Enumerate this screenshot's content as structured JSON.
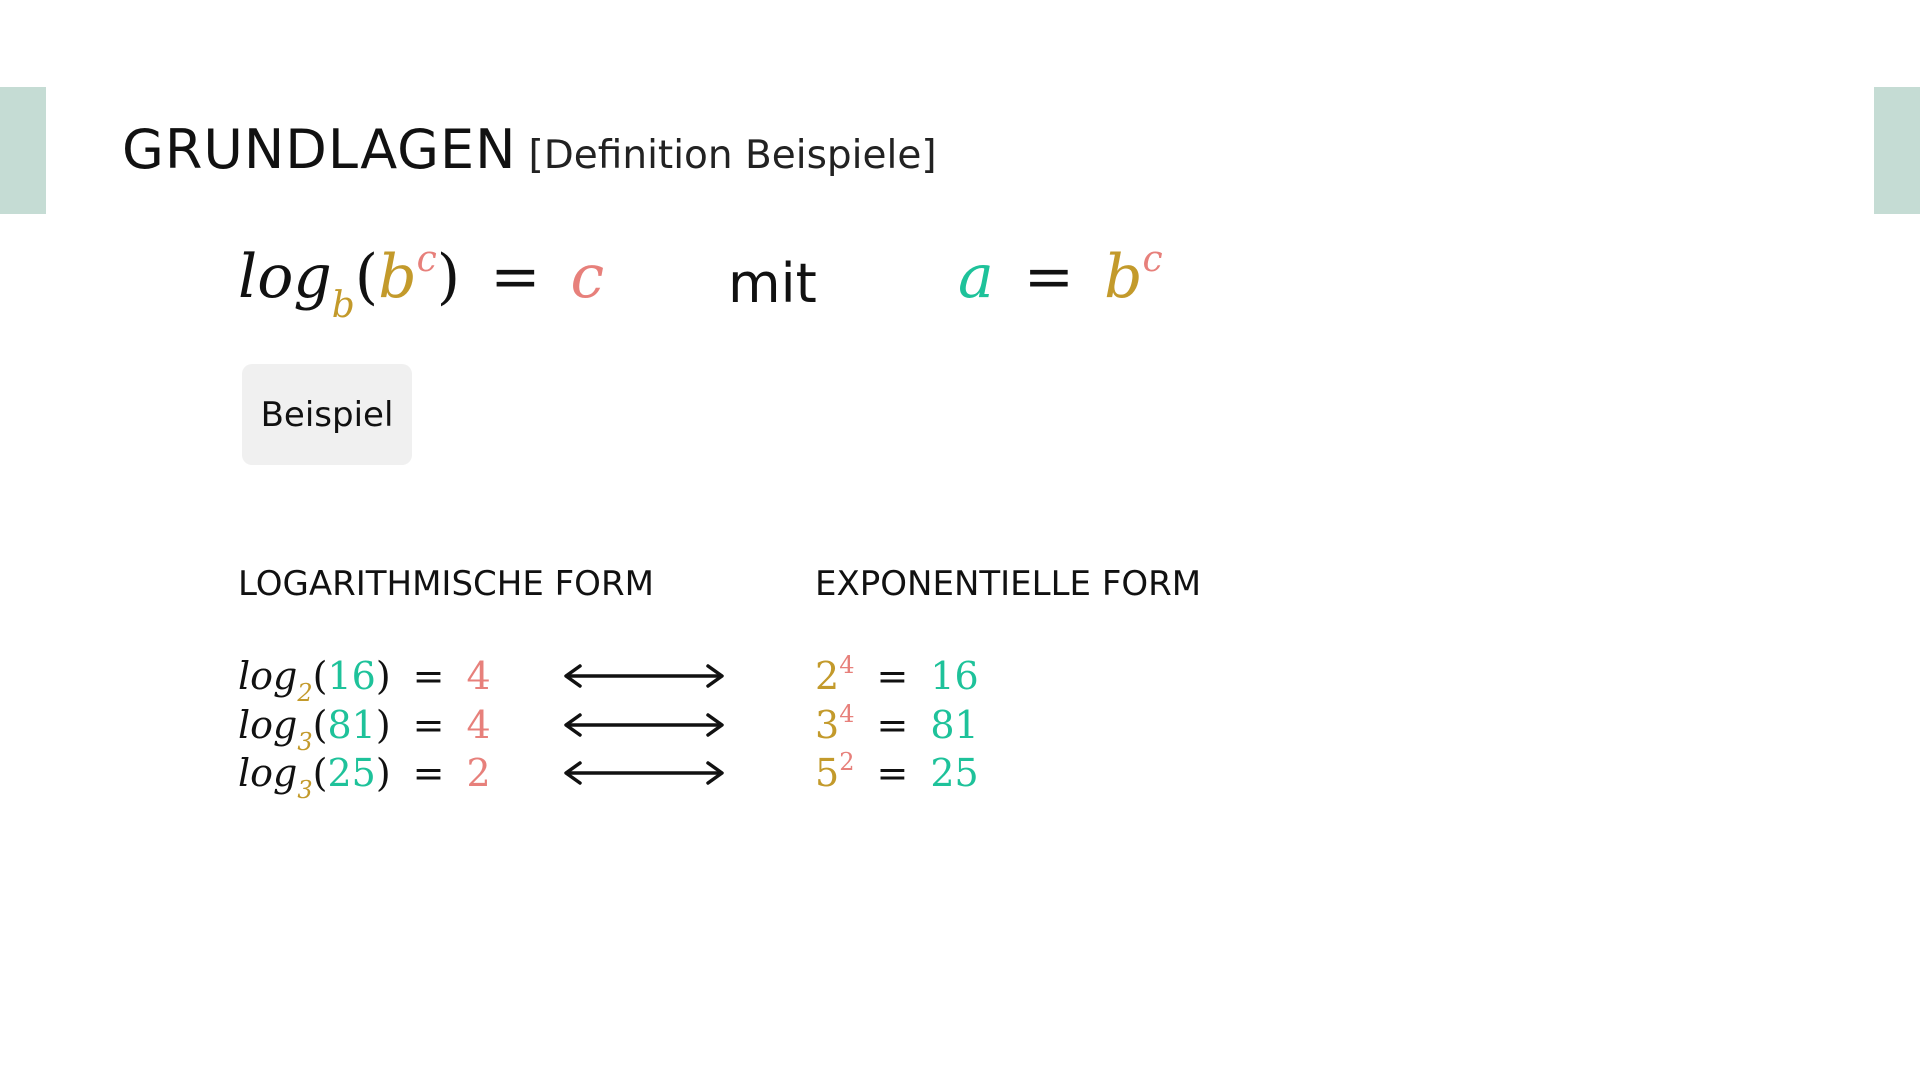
{
  "slide": {
    "title": "GRUNDLAGEN",
    "subtitle": "[Definition Beispiele]",
    "colors": {
      "gold": "#c39a2b",
      "red": "#e7807b",
      "teal": "#1ec29a",
      "side_tab": "#c5dcd4",
      "chip_bg": "#f0f0f0"
    }
  },
  "definition": {
    "left": {
      "log": "log",
      "base": "b",
      "open": "(",
      "inner_base": "b",
      "inner_exp": "c",
      "close": ")",
      "equals": "=",
      "result": "c"
    },
    "connector": "mit",
    "right": {
      "a": "a",
      "equals": "=",
      "base": "b",
      "exp": "c"
    }
  },
  "example_label": "Beispiel",
  "columns": {
    "log_heading": "LOGARITHMISCHE FORM",
    "exp_heading": "EXPONENTIELLE FORM"
  },
  "examples": [
    {
      "log": "log",
      "base": "2",
      "arg": "16",
      "result": "4",
      "exp_base": "2",
      "exp_power": "4",
      "value": "16"
    },
    {
      "log": "log",
      "base": "3",
      "arg": "81",
      "result": "4",
      "exp_base": "3",
      "exp_power": "4",
      "value": "81"
    },
    {
      "log": "log",
      "base": "3",
      "arg": "25",
      "result": "2",
      "exp_base": "5",
      "exp_power": "2",
      "value": "25"
    }
  ],
  "symbols": {
    "equals": "=",
    "open_paren": "(",
    "close_paren": ")",
    "arrow_icon": "double-headed-arrow-icon"
  }
}
